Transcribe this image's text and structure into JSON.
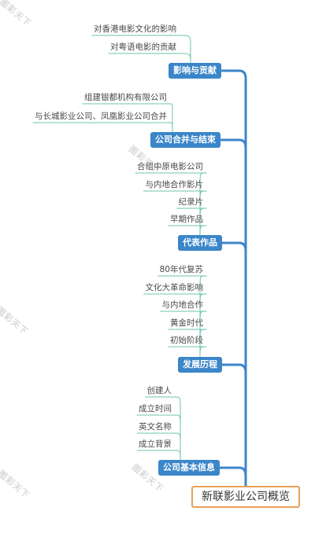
{
  "root": {
    "label": "新联影业公司概览"
  },
  "branches": [
    {
      "label": "影响与贡献",
      "children": [
        "对香港电影文化的影响",
        "对粤语电影的贡献"
      ]
    },
    {
      "label": "公司合并与结束",
      "children": [
        "组建银都机构有限公司",
        "与长城影业公司、凤凰影业公司合并"
      ]
    },
    {
      "label": "代表作品",
      "children": [
        "合组中原电影公司",
        "与内地合作影片",
        "纪录片",
        "早期作品"
      ]
    },
    {
      "label": "发展历程",
      "children": [
        "80年代复苏",
        "文化大革命影响",
        "与内地合作",
        "黄金时代",
        "初始阶段"
      ]
    },
    {
      "label": "公司基本信息",
      "children": [
        "创建人",
        "成立时间",
        "英文名称",
        "成立背景"
      ]
    }
  ],
  "watermark": "图彩天下",
  "colors": {
    "branch": "#3b86c9",
    "root_border": "#e8a05a",
    "leaf_line": "#6cc3b0",
    "trunk": "#3b86c9"
  }
}
